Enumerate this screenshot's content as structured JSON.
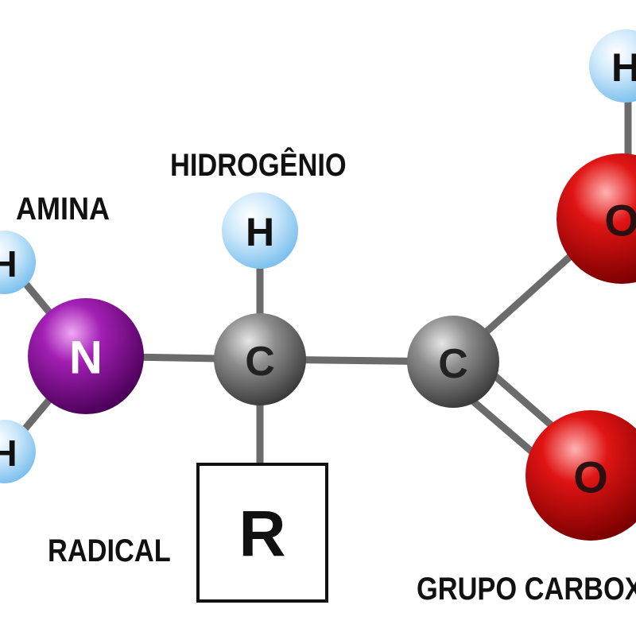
{
  "labels": {
    "amina": "AMINA",
    "hidrogenio": "HIDROGÊNIO",
    "radical": "RADICAL",
    "carboxila": "GRUPO CARBOXILA"
  },
  "radical_box": {
    "text": "R"
  },
  "atoms": {
    "h_amine_top": "H",
    "h_amine_bottom": "H",
    "nitrogen": "N",
    "h_alpha": "H",
    "c_alpha": "C",
    "c_carboxyl": "C",
    "o_hydroxyl": "O",
    "h_hydroxyl": "H",
    "o_carbonyl": "O"
  },
  "colors": {
    "hydrogen": "#9fd3f5",
    "nitrogen": "#8a0f99",
    "carbon": "#6e6e6e",
    "oxygen": "#d81010",
    "bond": "#6b6b6b"
  }
}
